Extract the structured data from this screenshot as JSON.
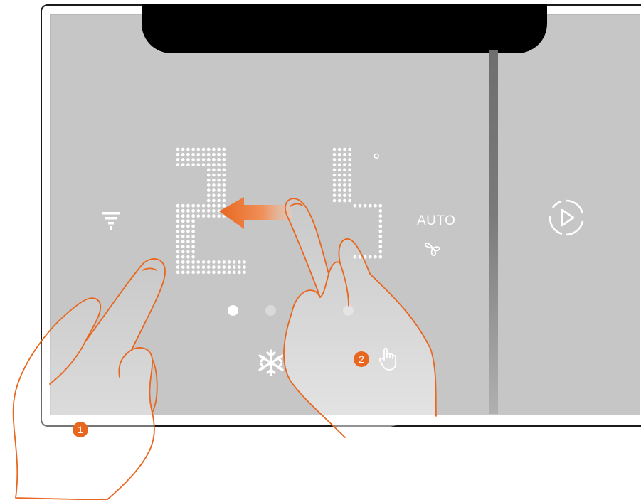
{
  "device": {
    "temperature_digits": [
      "2",
      "5"
    ],
    "degree_symbol": "°",
    "fan_mode_label": "AUTO",
    "mode_icon": "snowflake-icon",
    "connectivity_icon": "wifi-signal-icon",
    "next_icon": "play-circle-icon",
    "page_count": 3,
    "active_page": 1
  },
  "instructions": {
    "step1_number": "1",
    "step2_number": "2",
    "gesture_icon": "tap-hand-icon",
    "gesture": "swipe-left",
    "arrow_color": "#e8661e"
  },
  "colors": {
    "screen": "#c6c6c6",
    "accent": "#e8661e",
    "display_text": "#ffffff"
  }
}
